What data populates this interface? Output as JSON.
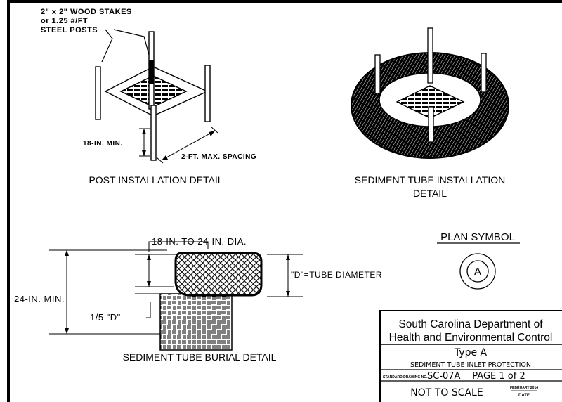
{
  "post_detail": {
    "stake_note_1": "2\" x 2\" WOOD STAKES",
    "stake_note_2": "or 1.25 #/FT",
    "stake_note_3": "STEEL POSTS",
    "depth_note": "18-IN. MIN.",
    "spacing_note": "2-FT. MAX. SPACING",
    "caption": "POST INSTALLATION DETAIL"
  },
  "tube_detail": {
    "caption_line1": "SEDIMENT TUBE INSTALLATION",
    "caption_line2": "DETAIL"
  },
  "burial_detail": {
    "dia_note": "18-IN. TO 24-IN. DIA.",
    "diameter_note": "\"D\"=TUBE DIAMETER",
    "min_note": "24-IN. MIN.",
    "burial_note": "1/5 \"D\"",
    "caption": "SEDIMENT TUBE BURIAL DETAIL"
  },
  "plan_symbol": {
    "title": "PLAN SYMBOL",
    "letter": "A"
  },
  "title_block": {
    "agency_line1": "South Carolina Department of",
    "agency_line2": "Health and Environmental Control",
    "type": "Type A",
    "drawing_title": "SEDIMENT TUBE INLET PROTECTION",
    "std_label": "STANDARD DRAWING NO.",
    "drawing_no": "SC-07A",
    "page": "PAGE 1 of 2",
    "scale": "NOT TO SCALE",
    "date": "FEBRUARY 2014",
    "date_label": "DATE"
  }
}
